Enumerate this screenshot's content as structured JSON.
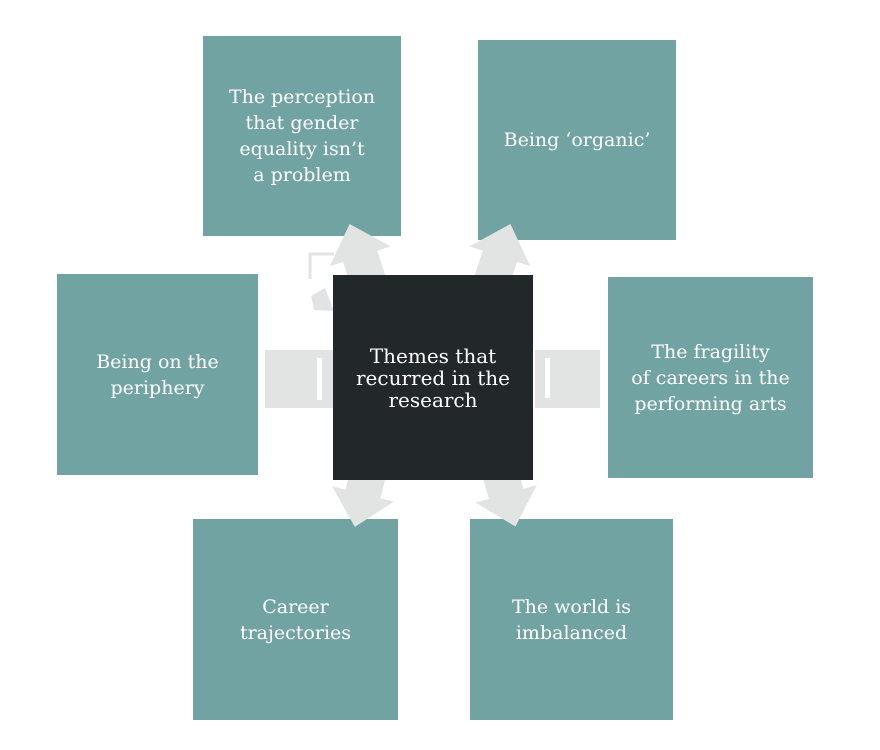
{
  "diagram": {
    "center": {
      "label": "Themes that\nrecurred in the\nresearch"
    },
    "nodes": [
      {
        "id": "perception",
        "label": "The perception\nthat gender\nequality isn’t\na problem"
      },
      {
        "id": "organic",
        "label": "Being ‘organic’"
      },
      {
        "id": "periphery",
        "label": "Being on the\nperiphery"
      },
      {
        "id": "fragility",
        "label": "The fragility\nof careers in the\nperforming arts"
      },
      {
        "id": "career",
        "label": "Career\ntrajectories"
      },
      {
        "id": "imbalanced",
        "label": "The world is\nimbalanced"
      }
    ],
    "colors": {
      "node-color": "#71a3a2",
      "center-color": "#222829",
      "arrow-color": "#e2e4e3",
      "text-color": "#ffffff",
      "bg-color": "#ffffff"
    }
  }
}
